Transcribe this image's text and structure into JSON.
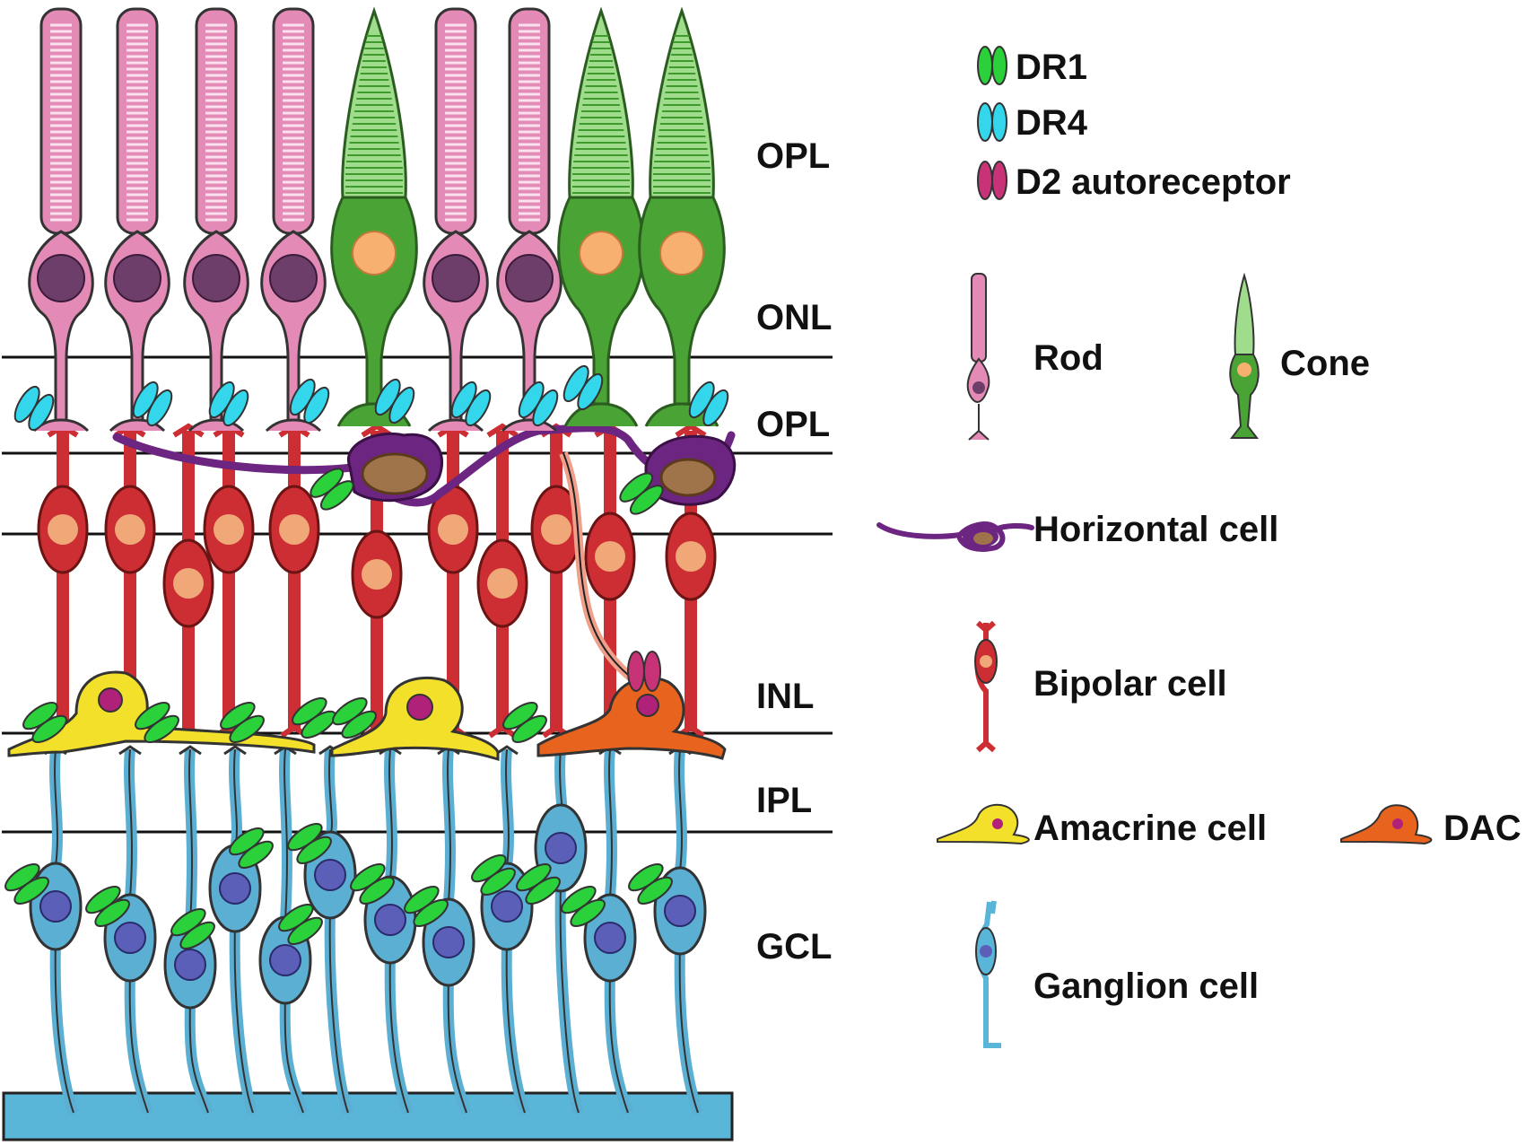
{
  "layer_labels": [
    "OPL",
    "ONL",
    "OPL",
    "INL",
    "IPL",
    "GCL"
  ],
  "receptor_legend": [
    {
      "label": "DR1",
      "color": "#2ad13a"
    },
    {
      "label": "DR4",
      "color": "#33d6ea"
    },
    {
      "label": "D2 autoreceptor",
      "color": "#c83277"
    }
  ],
  "cell_legend": {
    "rod": "Rod",
    "cone": "Cone",
    "horizontal": "Horizontal cell",
    "bipolar": "Bipolar cell",
    "amacrine": "Amacrine cell",
    "dac": "DAC",
    "ganglion": "Ganglion cell"
  },
  "colors": {
    "rod": "#e38ab6",
    "rod_nucleus": "#6e3e6b",
    "cone": "#4aa335",
    "cone_stripes": "#9fdc8c",
    "cone_nucleus": "#f7b070",
    "bipolar": "#cc2e33",
    "bipolar_nucleus": "#f0a878",
    "horizontal": "#6c2580",
    "horizontal_nucleus": "#a0744a",
    "amacrine": "#f2e02a",
    "dac": "#e8641e",
    "ganglion": "#5aafd3",
    "ganglion_nucleus": "#5b5fb8",
    "nerve_fiber_layer": "#5ab6d8",
    "outline": "#333333"
  }
}
